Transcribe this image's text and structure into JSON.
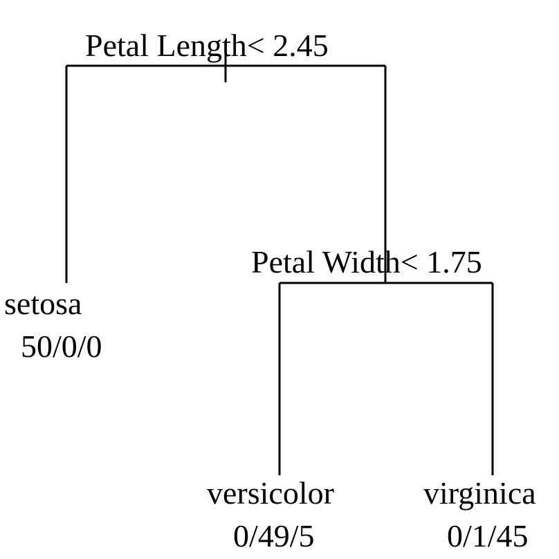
{
  "tree": {
    "root": {
      "split": "Petal Length< 2.45"
    },
    "right_node": {
      "split": "Petal Width< 1.75"
    },
    "leaves": [
      {
        "class": "setosa",
        "counts": "50/0/0"
      },
      {
        "class": "versicolor",
        "counts": "0/49/5"
      },
      {
        "class": "virginica",
        "counts": "0/1/45"
      }
    ]
  },
  "colors": {
    "line": "#000000",
    "text": "#000000",
    "background": "#ffffff"
  }
}
